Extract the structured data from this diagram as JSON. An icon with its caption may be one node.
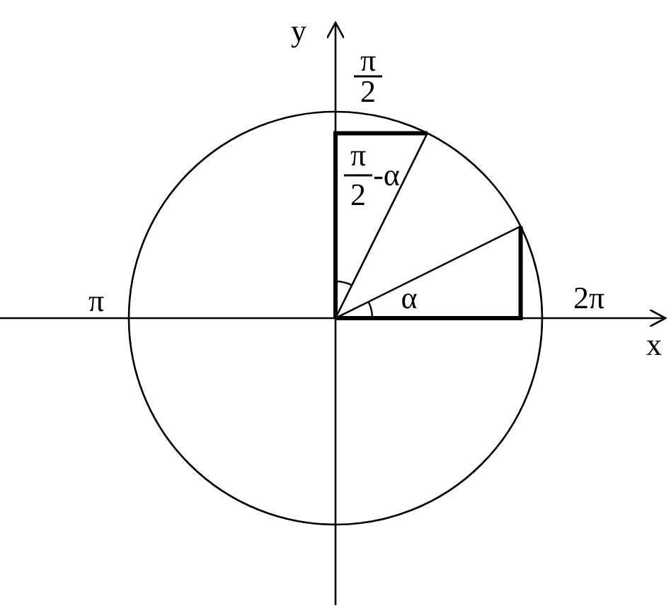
{
  "diagram": {
    "labels": [
      "y",
      "π",
      "2",
      "π",
      "-α",
      "2",
      "α",
      "π",
      "2π",
      "x"
    ]
  }
}
